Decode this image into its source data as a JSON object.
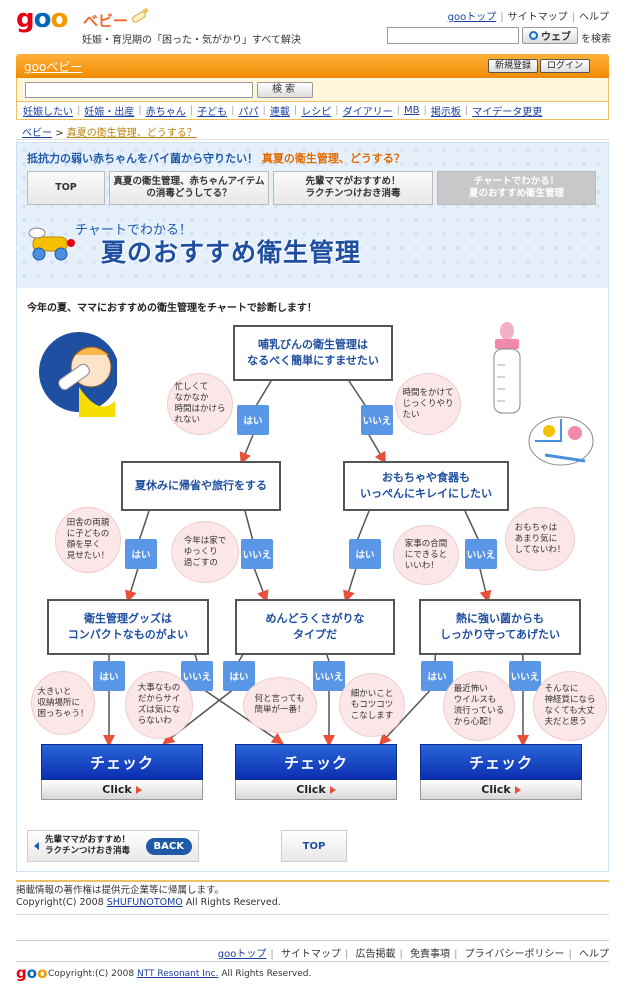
{
  "header": {
    "logo": {
      "g": "g",
      "o1": "o",
      "o2": "o"
    },
    "brand": "ベビー",
    "tagline": "妊娠・育児期の「困った・気がかり」すべて解決",
    "toplinks": [
      "gooトップ",
      "サイトマップ",
      "ヘルプ"
    ],
    "web_button": "ウェブ",
    "search_label": "を検索"
  },
  "section_bar": {
    "title": "gooベビー",
    "register": "新規登録",
    "login": "ログイン",
    "search_button": "検索"
  },
  "nav": [
    "妊娠したい",
    "妊娠・出産",
    "赤ちゃん",
    "子ども",
    "パパ",
    "連載",
    "レシピ",
    "ダイアリー",
    "MB",
    "掲示板",
    "マイデータ更更"
  ],
  "breadcrumb": {
    "root": "ベビー",
    "sep": ">",
    "current": "真夏の衛生管理、どうする？"
  },
  "feature": {
    "caption_prefix": "抵抗力の弱い赤ちゃんをバイ菌から守りたい！",
    "caption_title": "真夏の衛生管理、どうする？",
    "tabs": [
      {
        "label": "TOP"
      },
      {
        "label": "真夏の衛生管理、赤ちゃんアイテム\nの消毒どうしてる？"
      },
      {
        "label": "先輩ママがおすすめ！\nラクチンつけおき消毒"
      },
      {
        "label": "チャートでわかる！\n夏のおすすめ衛生管理"
      }
    ],
    "hero_sub": "チャートでわかる！",
    "hero_main": "夏のおすすめ衛生管理",
    "intro": "今年の夏、ママにおすすめの衛生管理をチャートで診断します！"
  },
  "chart": {
    "q1": "哺乳びんの衛生管理は\nなるべく簡単にすませたい",
    "q2": "夏休みに帰省や旅行をする",
    "q3": "おもちゃや食器も\nいっぺんにキレイにしたい",
    "q4": "衛生管理グッズは\nコンパクトなものがよい",
    "q5": "めんどうくさがりな\nタイプだ",
    "q6": "熱に強い菌からも\nしっかり守ってあげたい",
    "yes": "はい",
    "no": "いいえ",
    "bubbles": {
      "b1": "忙しくて\nなかなか\n時間はかけら\nれない",
      "b2": "時間をかけて\nじっくりやり\nたい",
      "b3": "田舎の両親\nに子どもの\n顔を早く\n見せたい！",
      "b4": "今年は家で\nゆっくり\n過ごすの",
      "b5": "家事の合間\nにできると\nいいわ！",
      "b6": "おもちゃは\nあまり気に\nしてないわ！",
      "b7": "大きいと\n収納場所に\n困っちゃう！",
      "b8": "大事なもの\nだからサイ\nズは気にな\nらないわ",
      "b9": "何と言っても\n簡単が一番！",
      "b10": "細かいこと\nもコツコツ\nこなします",
      "b11": "最近怖い\nウイルスも\n流行っている\nから心配！",
      "b12": "そんなに\n神経質になら\nなくても大丈\n夫だと思う"
    },
    "check_label": "チェック",
    "click_label": "Click"
  },
  "buttons": {
    "back_text": "先輩ママがおすすめ！\nラクチンつけおき消毒",
    "back_pill": "BACK",
    "top": "TOP"
  },
  "footer": {
    "notice": "掲載情報の著作権は提供元企業等に帰属します。",
    "copyright_prefix": "Copyright(C) 2008 ",
    "copyright_company": "SHUFUNOTOMO",
    "copyright_suffix": " All Rights Reserved.",
    "links": [
      "gooトップ",
      "サイトマップ",
      "広告掲載",
      "免責事項",
      "プライバシーポリシー",
      "ヘルプ"
    ],
    "goo_copy_prefix": "Copyright:(C) 2008 ",
    "goo_copy_company": "NTT Resonant Inc.",
    "goo_copy_suffix": " All Rights Reserved."
  },
  "colors": {
    "accent_orange": "#f08a00",
    "accent_blue": "#1f4fa0",
    "yes_no_blue": "#5a96e6",
    "bubble_pink": "#fbe7e7",
    "check_blue": "#0b2fb0"
  }
}
